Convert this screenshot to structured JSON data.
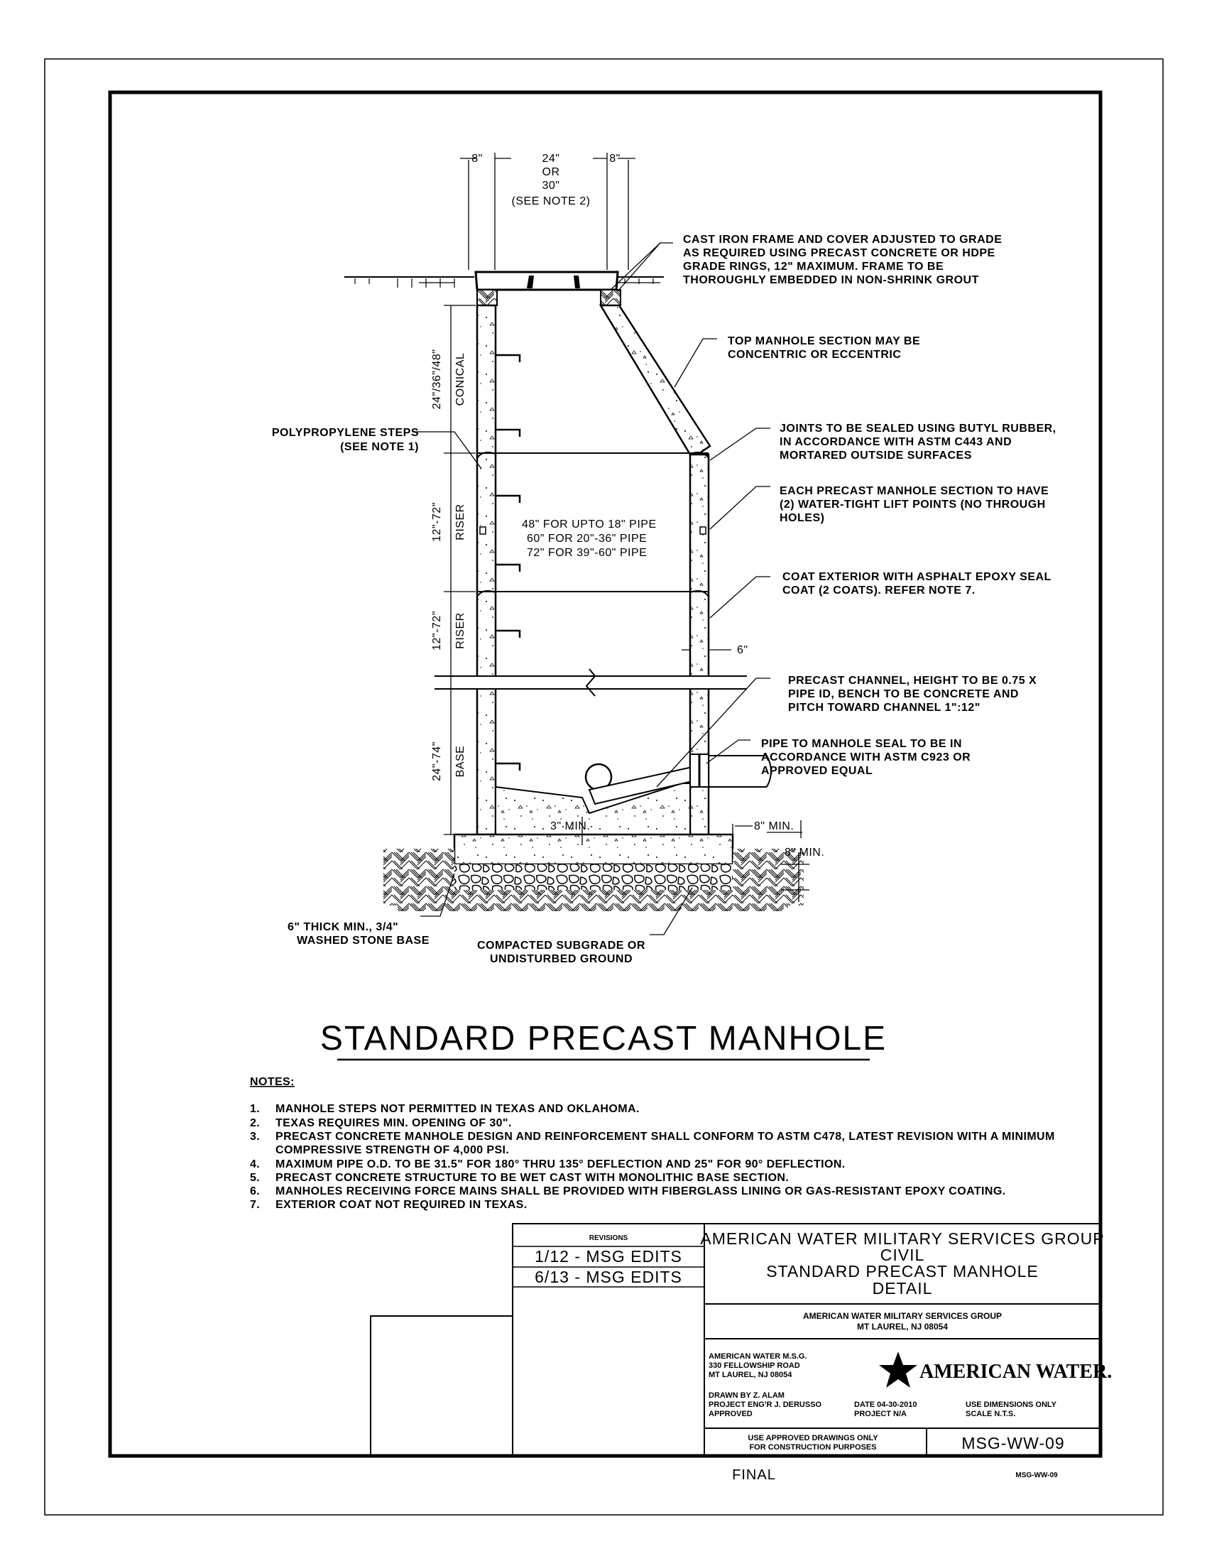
{
  "dimensions": {
    "top_left_wall": "8\"",
    "top_opening_1": "24\"",
    "top_opening_2": "OR",
    "top_opening_3": "30\"",
    "top_opening_4": "(SEE NOTE 2)",
    "top_right_wall": "8\"",
    "conical_height": "24\"/36\"/48\"",
    "conical_label": "CONICAL",
    "riser1_height": "12\"-72\"",
    "riser1_label": "RISER",
    "riser2_height": "12\"-72\"",
    "riser2_label": "RISER",
    "base_height": "24\"-74\"",
    "base_label": "BASE",
    "diameter_1": "48\" FOR UPTO 18\" PIPE",
    "diameter_2": "60\" FOR 20\"-36\" PIPE",
    "diameter_3": "72\" FOR 39\"-60\" PIPE",
    "wall_thickness": "6\"",
    "channel_min": "3\" MIN.",
    "base_ext_min": "8\" MIN.",
    "base_thick_min": "8\" MIN."
  },
  "callouts": {
    "frame": [
      "CAST IRON FRAME AND COVER ADJUSTED TO GRADE",
      "AS REQUIRED USING PRECAST CONCRETE OR HDPE",
      "GRADE RINGS, 12\" MAXIMUM. FRAME TO BE",
      "THOROUGHLY EMBEDDED IN NON-SHRINK GROUT"
    ],
    "top_section": [
      "TOP MANHOLE SECTION MAY BE",
      "CONCENTRIC OR ECCENTRIC"
    ],
    "steps": [
      "POLYPROPYLENE STEPS",
      "(SEE NOTE 1)"
    ],
    "joints": [
      "JOINTS TO BE SEALED USING BUTYL RUBBER,",
      "IN ACCORDANCE WITH ASTM C443 AND",
      "MORTARED OUTSIDE SURFACES"
    ],
    "lift_points": [
      "EACH PRECAST MANHOLE SECTION TO HAVE",
      "(2) WATER-TIGHT LIFT POINTS (NO THROUGH",
      "HOLES)"
    ],
    "coat": [
      "COAT EXTERIOR WITH ASPHALT EPOXY SEAL",
      "COAT (2 COATS). REFER NOTE 7."
    ],
    "channel": [
      "PRECAST CHANNEL, HEIGHT TO BE 0.75 X",
      "PIPE ID, BENCH TO BE CONCRETE AND",
      "PITCH TOWARD CHANNEL 1\":12\""
    ],
    "pipe_seal": [
      "PIPE TO MANHOLE SEAL TO BE IN",
      "ACCORDANCE WITH ASTM C923 OR",
      "APPROVED EQUAL"
    ],
    "stone_base": [
      "6\" THICK MIN., 3/4\"",
      "WASHED STONE BASE"
    ],
    "subgrade": [
      "COMPACTED SUBGRADE OR",
      "UNDISTURBED GROUND"
    ]
  },
  "title": "STANDARD PRECAST MANHOLE",
  "notes_heading": "NOTES:",
  "notes": [
    {
      "num": "1.",
      "lines": [
        "MANHOLE STEPS NOT PERMITTED IN TEXAS AND OKLAHOMA."
      ]
    },
    {
      "num": "2.",
      "lines": [
        "TEXAS REQUIRES MIN. OPENING OF 30\"."
      ]
    },
    {
      "num": "3.",
      "lines": [
        "PRECAST CONCRETE MANHOLE DESIGN AND REINFORCEMENT SHALL CONFORM TO ASTM C478, LATEST REVISION WITH A MINIMUM",
        "COMPRESSIVE STRENGTH OF 4,000 PSI."
      ]
    },
    {
      "num": "4.",
      "lines": [
        "MAXIMUM PIPE O.D. TO BE 31.5\" FOR 180° THRU 135° DEFLECTION AND 25\" FOR 90° DEFLECTION."
      ]
    },
    {
      "num": "5.",
      "lines": [
        "PRECAST CONCRETE STRUCTURE TO BE WET CAST WITH MONOLITHIC BASE SECTION."
      ]
    },
    {
      "num": "6.",
      "lines": [
        "MANHOLES RECEIVING FORCE MAINS SHALL BE PROVIDED WITH FIBERGLASS LINING OR GAS-RESISTANT EPOXY COATING."
      ]
    },
    {
      "num": "7.",
      "lines": [
        "EXTERIOR COAT NOT REQUIRED IN TEXAS."
      ]
    }
  ],
  "title_block": {
    "revisions_heading": "REVISIONS",
    "revisions": [
      "1/12 - MSG EDITS",
      "6/13 - MSG EDITS"
    ],
    "main_title": [
      "AMERICAN WATER MILITARY SERVICES GROUP",
      "CIVIL",
      "STANDARD PRECAST MANHOLE",
      "DETAIL"
    ],
    "org": [
      "AMERICAN WATER MILITARY SERVICES GROUP",
      "MT LAUREL, NJ 08054"
    ],
    "address": [
      "AMERICAN WATER M.S.G.",
      "330 FELLOWSHIP ROAD",
      "MT LAUREL, NJ 08054"
    ],
    "logo_text": "AMERICAN WATER.",
    "drawn": "DRAWN BY Z. ALAM",
    "engineer": "PROJECT ENG'R J. DERUSSO",
    "approved": "APPROVED",
    "date": "DATE 04-30-2010",
    "project": "PROJECT N/A",
    "use_dims": "USE DIMENSIONS ONLY",
    "scale": "SCALE N.T.S.",
    "use_approved": [
      "USE APPROVED DRAWINGS ONLY",
      "FOR CONSTRUCTION PURPOSES"
    ],
    "drawing_number": "MSG-WW-09"
  },
  "footer": {
    "status": "FINAL",
    "drawing_number_small": "MSG-WW-09"
  }
}
